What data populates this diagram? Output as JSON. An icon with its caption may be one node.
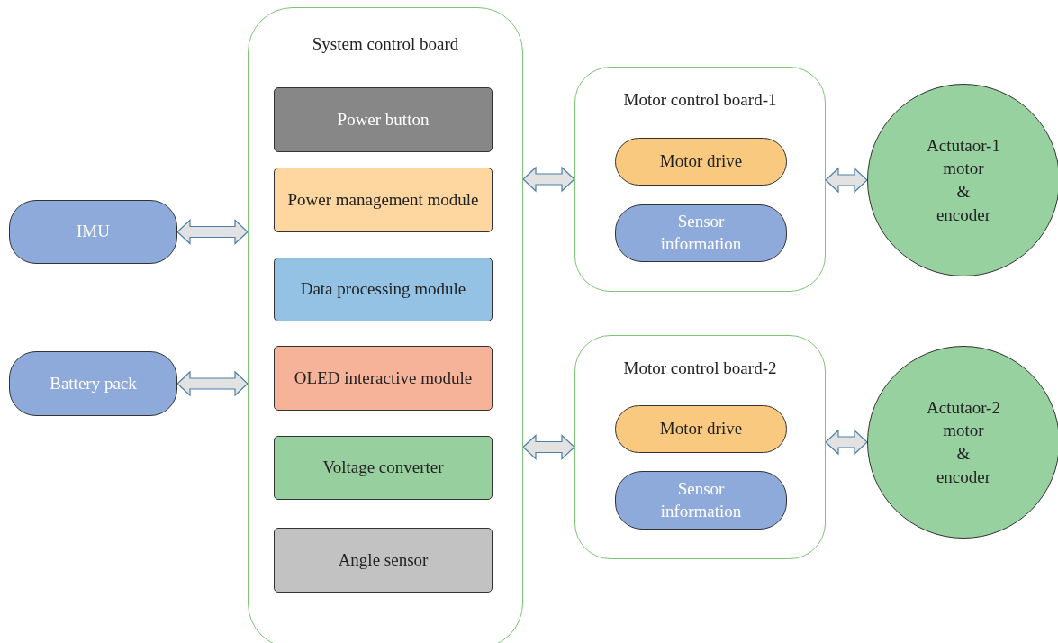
{
  "diagram": {
    "nodes": [
      {
        "text": [
          "System control board"
        ]
      },
      {
        "text": [
          "Power button"
        ],
        "in": 0
      },
      {
        "text": [
          "Power management module"
        ],
        "in": 0
      },
      {
        "text": [
          "Data processing module"
        ],
        "in": 0
      },
      {
        "text": [
          "OLED interactive module"
        ],
        "in": 0
      },
      {
        "text": [
          "Voltage converter"
        ],
        "in": 0
      },
      {
        "text": [
          "Angle sensor"
        ],
        "in": 0
      },
      {
        "text": [
          "IMU"
        ]
      },
      {
        "text": [
          "Battery pack"
        ]
      },
      {
        "text": [
          "Motor control board-1"
        ]
      },
      {
        "text": [
          "Motor drive"
        ],
        "in": 9
      },
      {
        "text": [
          "Sensor information"
        ],
        "in": 9
      },
      {
        "text": [
          "Motor control board-2"
        ]
      },
      {
        "text": [
          "Motor drive"
        ],
        "in": 12
      },
      {
        "text": [
          "Sensor information"
        ],
        "in": 12
      },
      {
        "text": [
          "Actutaor-1 motor & encoder"
        ]
      },
      {
        "text": [
          "Actutaor-2 motor & encoder"
        ]
      }
    ],
    "edges": [
      {
        "from": 7,
        "to": 0,
        "arrow": "both"
      },
      {
        "from": 8,
        "to": 0,
        "arrow": "both"
      },
      {
        "from": 0,
        "to": 9,
        "arrow": "both"
      },
      {
        "from": 0,
        "to": 12,
        "arrow": "both"
      },
      {
        "from": 9,
        "to": 15,
        "arrow": "both"
      },
      {
        "from": 12,
        "to": 16,
        "arrow": "both"
      }
    ]
  }
}
